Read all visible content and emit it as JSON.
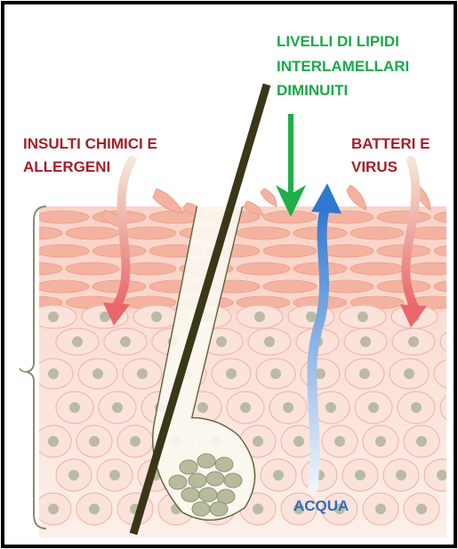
{
  "labels": {
    "chemical": [
      "INSULTI CHIMICI E",
      "ALLERGENI"
    ],
    "lipids": [
      "LIVELLI DI LIPIDI",
      "INTERLAMELLARI",
      "DIMINUITI"
    ],
    "bacteria": [
      "BATTERI E",
      "VIRUS"
    ],
    "water": "ACQUA"
  },
  "colors": {
    "chemical_text": "#a31f2a",
    "lipids_text": "#1aa84a",
    "water_text": "#2f6fb8",
    "border": "#000000",
    "hair": "#3a3618",
    "skin_top": "#f9d9cf",
    "skin_bottom": "#fbe9e2",
    "lamella": "#f4b6a4",
    "cell": "#f7cfc4",
    "nucleus": "#b9bba3",
    "irritant_arrow": "#e96a6a",
    "lipid_arrow": "#1fae48",
    "water_arrow": "#3a7fd0"
  }
}
